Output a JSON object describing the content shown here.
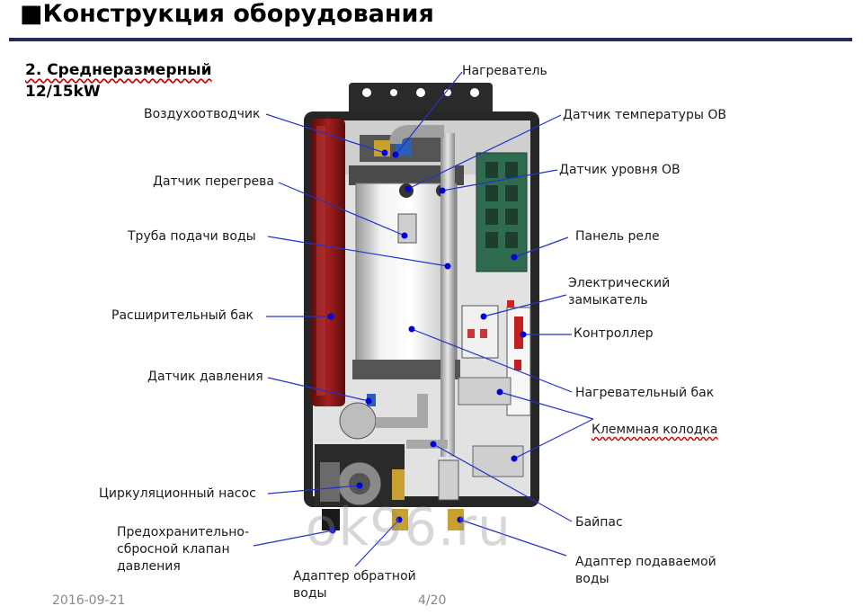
{
  "page": {
    "title": "■Конструкция оборудования",
    "subtitle_line1": "2. Среднеразмерный",
    "subtitle_line2": "12/15kW",
    "date": "2016-09-21",
    "page_number": "4/20",
    "watermark": "ok96.ru"
  },
  "labels": {
    "heater": "Нагреватель",
    "air_vent": "Воздухоотводчик",
    "temp_sensor": "Датчик температуры ОВ",
    "level_sensor": "Датчик уровня ОВ",
    "overheat_sensor": "Датчик перегрева",
    "supply_pipe": "Труба подачи воды",
    "relay_panel": "Панель реле",
    "contactor_line1": "Электрический",
    "contactor_line2": "замыкатель",
    "expansion_tank": "Расширительный бак",
    "controller": "Контроллер",
    "pressure_sensor": "Датчик давления",
    "heating_tank": "Нагревательный бак",
    "terminal_block": "Клеммная колодка",
    "circ_pump": "Циркуляционный насос",
    "bypass": "Байпас",
    "safety_valve_line1": "Предохранительно-",
    "safety_valve_line2": "сбросной клапан",
    "safety_valve_line3": "давления",
    "return_adapter_line1": "Адаптер обратной",
    "return_adapter_line2": "воды",
    "supply_adapter_line1": "Адаптер подаваемой",
    "supply_adapter_line2": "воды"
  },
  "colors": {
    "title_rule": "#1f2d5a",
    "leader": "#2233cc",
    "marker": "#0000dd",
    "expansion_tank": "#8b1a1a",
    "relay_board": "#2f6b4f"
  }
}
